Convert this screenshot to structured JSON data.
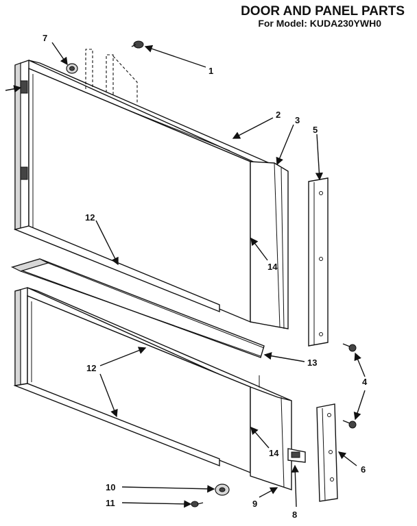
{
  "header": {
    "title": "DOOR AND PANEL PARTS",
    "subtitle": "For Model: KUDA230YWH0"
  },
  "callouts": {
    "c1": "1",
    "c2": "2",
    "c3": "3",
    "c4": "4",
    "c5": "5",
    "c6": "6",
    "c7": "7",
    "c8": "8",
    "c9": "9",
    "c10": "10",
    "c11": "11",
    "c12a": "12",
    "c12b": "12",
    "c13": "13",
    "c14a": "14",
    "c14b": "14"
  }
}
